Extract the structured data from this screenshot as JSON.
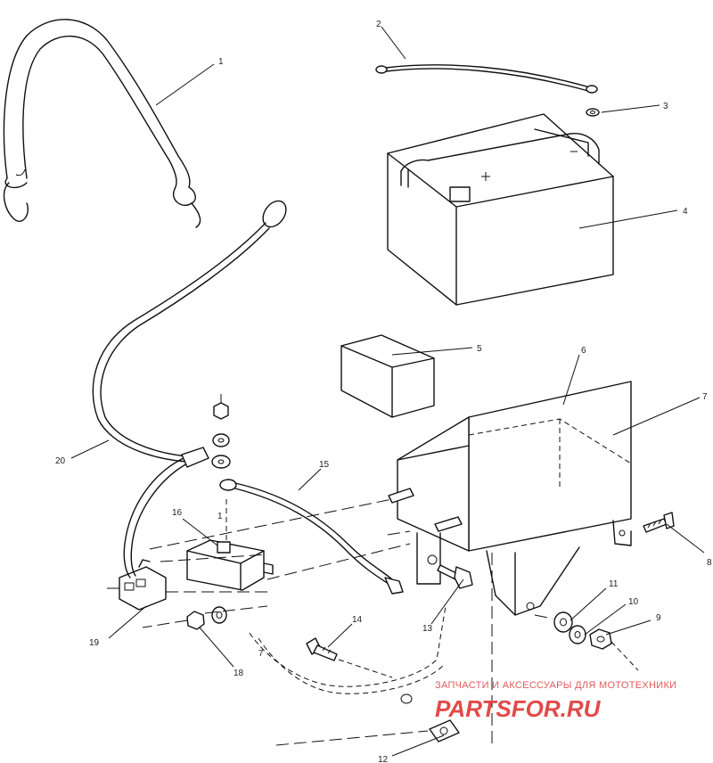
{
  "callouts": {
    "c1": "1",
    "c2": "2",
    "c3": "3",
    "c4": "4",
    "c5": "5",
    "c6": "6",
    "c7": "7",
    "c8": "8",
    "c9": "9",
    "c10": "10",
    "c11": "11",
    "c12": "12",
    "c13": "13",
    "c14": "14",
    "c15": "15",
    "c16": "16",
    "c17a": "1",
    "c17b": "7",
    "c18": "18",
    "c19": "19",
    "c20": "20"
  },
  "watermark": {
    "tagline": "ЗАПЧАСТИ И АКСЕССУАРЫ ДЛЯ МОТОТЕХНИКИ",
    "logo": "PARTSFOR.RU"
  },
  "colors": {
    "line": "#111111",
    "watermark": "#e24a4a"
  }
}
